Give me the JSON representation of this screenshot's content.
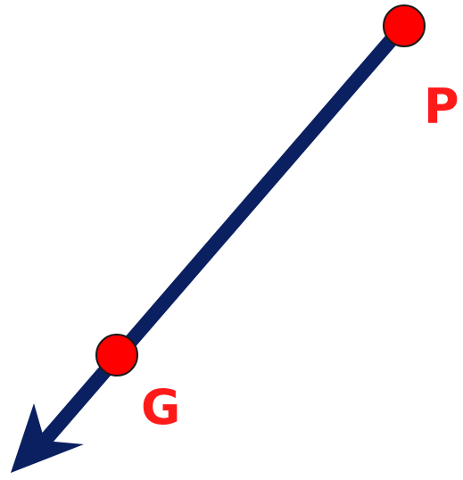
{
  "diagram": {
    "colors": {
      "ray": "#0b2060",
      "point_fill": "#ff0000",
      "point_stroke": "#1a1a1a",
      "label": "#ff1a1a"
    },
    "points": [
      {
        "id": "p",
        "label": "P"
      },
      {
        "id": "g",
        "label": "G"
      }
    ]
  }
}
